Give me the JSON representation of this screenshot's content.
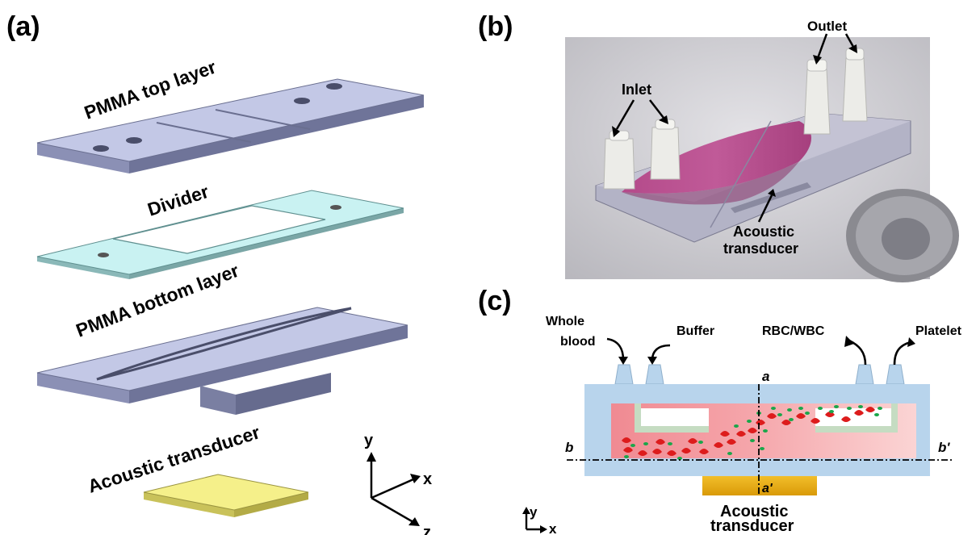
{
  "panels": {
    "a": {
      "label": "(a)",
      "layers": {
        "top": "PMMA top layer",
        "divider": "Divider",
        "bottom": "PMMA bottom layer",
        "transducer": "Acoustic transducer"
      },
      "axes": {
        "x": "x",
        "y": "y",
        "z": "z"
      }
    },
    "b": {
      "label": "(b)",
      "inlet": "Inlet",
      "outlet": "Outlet",
      "transducer_line1": "Acoustic",
      "transducer_line2": "transducer"
    },
    "c": {
      "label": "(c)",
      "whole_blood_line1": "Whole",
      "whole_blood_line2": "blood",
      "buffer": "Buffer",
      "rbc_wbc": "RBC/WBC",
      "platelet": "Platelet",
      "a_mark": "a",
      "a_prime_mark": "a'",
      "b_mark": "b",
      "b_prime_mark": "b'",
      "transducer_line1": "Acoustic",
      "transducer_line2": "transducer",
      "axes": {
        "x": "x",
        "y": "y"
      }
    }
  },
  "colors": {
    "pmma": "#c3c8e6",
    "pmma_side": "#8b90b5",
    "divider": "#c9f2f2",
    "transducer": "#f5f08a",
    "chip_body": "#b8d4ec",
    "blood": "#f3a0a8",
    "rbc": "#dd1c1c",
    "platelet": "#1aa64a",
    "transducer_c": "#e3a80e"
  }
}
